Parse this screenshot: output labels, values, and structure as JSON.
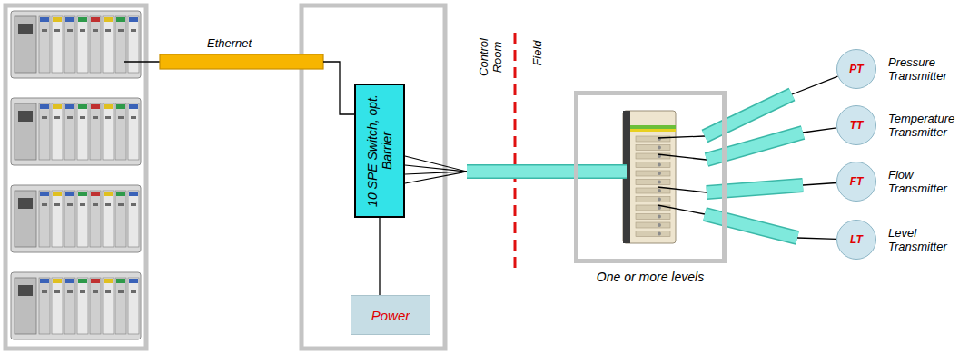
{
  "diagram": {
    "nodes": [
      {
        "text": [
          "10 SPE Switch, opt. Barrier"
        ]
      },
      {
        "text": [
          "Power"
        ]
      },
      {
        "text": [
          "One or more levels"
        ]
      },
      {
        "text": [
          "PT",
          "Pressure Transmitter"
        ]
      },
      {
        "text": [
          "TT",
          "Temperature Transmitter"
        ]
      },
      {
        "text": [
          "FT",
          "Flow Transmitter"
        ]
      },
      {
        "text": [
          "LT",
          "Level Transmitter"
        ]
      }
    ],
    "edges": [
      {
        "from": 0,
        "to": 1,
        "arrow": "none"
      },
      {
        "from": 0,
        "to": 2,
        "arrow": "none"
      },
      {
        "from": 2,
        "to": 3,
        "arrow": "none"
      },
      {
        "from": 2,
        "to": 4,
        "arrow": "none"
      },
      {
        "from": 2,
        "to": 5,
        "arrow": "none"
      },
      {
        "from": 2,
        "to": 6,
        "arrow": "none"
      }
    ],
    "labels": [
      "Ethernet",
      "Control Room",
      "Field"
    ]
  }
}
